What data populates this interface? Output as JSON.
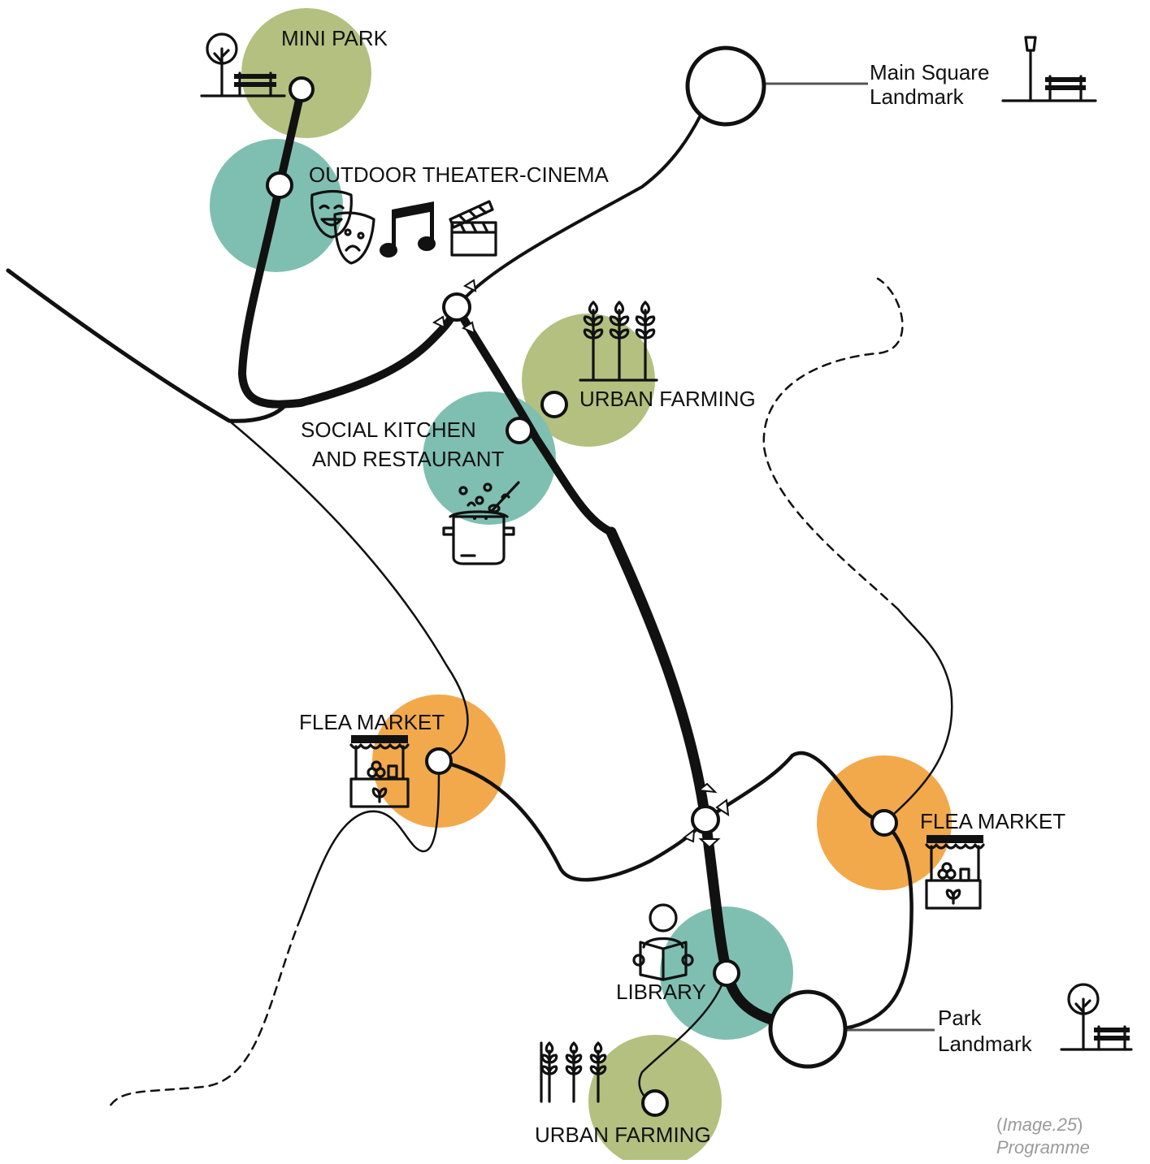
{
  "colors": {
    "green": "#b3c07f",
    "teal": "#7fbfb2",
    "orange": "#f2a94c",
    "ink": "#111111",
    "connector": "#555555",
    "caption": "#9a9a9a"
  },
  "labels": {
    "mini_park": "MINI PARK",
    "main_square_1": "Main Square",
    "main_square_2": "Landmark",
    "outdoor_theater": "OUTDOOR THEATER-CINEMA",
    "urban_farming_top": "URBAN FARMING",
    "social_kitchen_1": "SOCIAL KITCHEN",
    "social_kitchen_2": "AND RESTAURANT",
    "flea_market_left": "FLEA MARKET",
    "flea_market_right": "FLEA MARKET",
    "library": "LIBRARY",
    "park_landmark_1": "Park",
    "park_landmark_2": "Landmark",
    "urban_farming_bottom": "URBAN FARMING"
  },
  "caption": {
    "line1_open": "(",
    "line1_italic": "Image.25",
    "line1_close": ")",
    "line2": "Programme"
  },
  "icons": [
    "tree-bench-icon",
    "theater-masks-icon",
    "music-note-icon",
    "clapperboard-icon",
    "lamp-bench-icon",
    "wheat-icon",
    "cooking-pot-icon",
    "market-stall-icon",
    "reader-icon"
  ]
}
